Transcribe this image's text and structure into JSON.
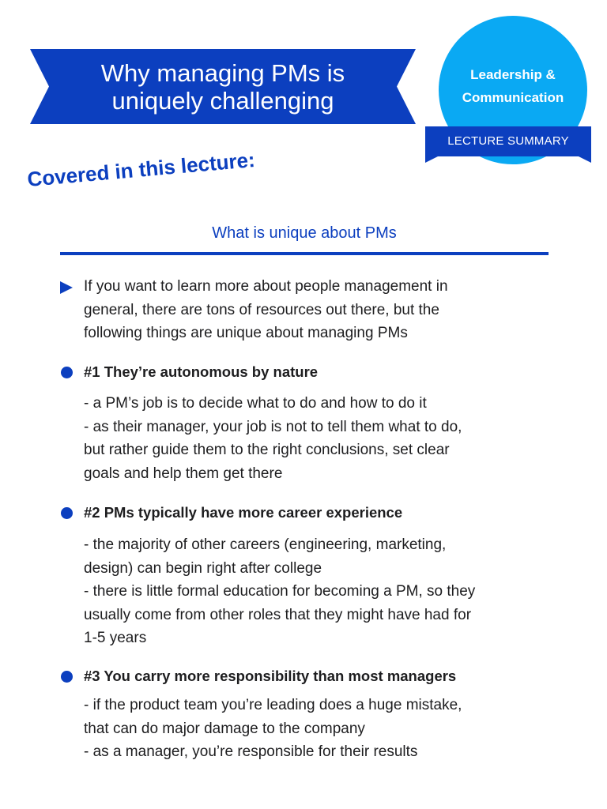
{
  "header": {
    "title_line1": "Why managing PMs is",
    "title_line2": "uniquely challenging",
    "badge_line1": "Leadership &",
    "badge_line2": "Communication",
    "badge_label": "LECTURE SUMMARY",
    "colors": {
      "primary": "#0c3fbf",
      "badge": "#0aa9f3"
    }
  },
  "covered_heading": "Covered in this lecture:",
  "section_title": "What is unique about PMs",
  "intro": [
    "If you want to learn more about people management in",
    "general, there are tons of resources out there, but the",
    "following things are unique about managing PMs"
  ],
  "points": [
    {
      "title": "#1 They’re autonomous by nature",
      "lines": [
        "- a PM’s job is to decide what to do and how to do it",
        "- as their manager, your job is not to tell them what to do,",
        "but rather guide them to the right conclusions, set clear",
        "goals and help them get there"
      ]
    },
    {
      "title": "#2 PMs typically have more career experience",
      "lines": [
        "- the majority of other careers (engineering, marketing,",
        "design) can begin right after college",
        "- there is little formal education for becoming a PM, so they",
        "usually come from other roles that they might have had for",
        "1-5 years"
      ]
    },
    {
      "title": "#3 You carry more responsibility than most managers",
      "lines": [
        "- if the product team you’re leading does a huge mistake,",
        "that can do major damage to the company",
        "- as a manager, you’re responsible for their results"
      ]
    }
  ]
}
